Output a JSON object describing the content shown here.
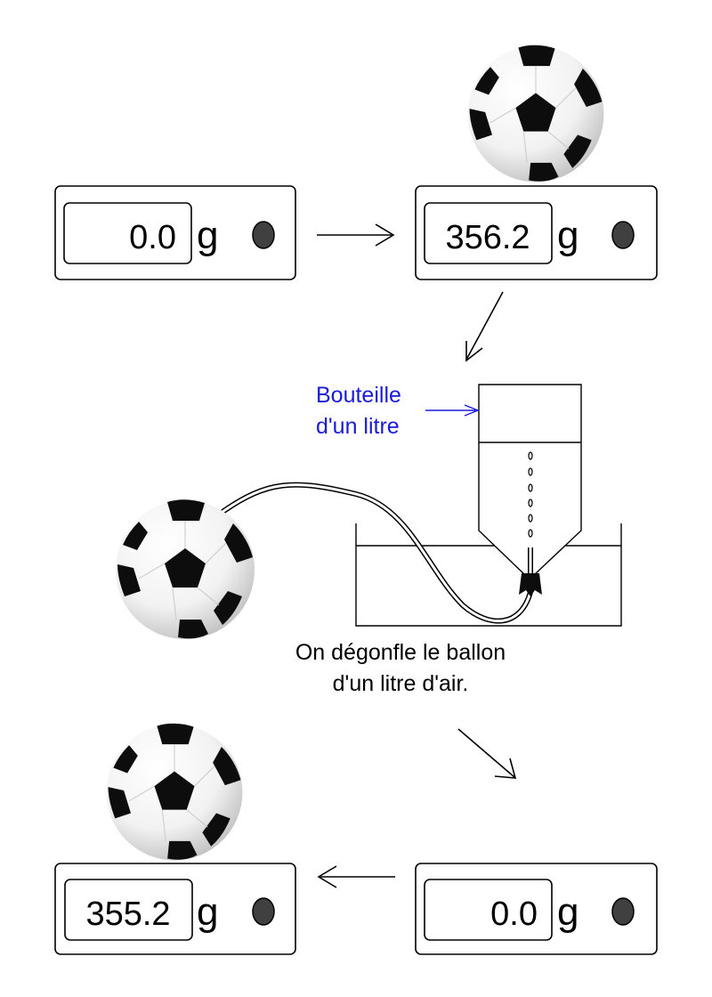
{
  "scales": {
    "unit": "g",
    "empty_top": "0.0",
    "with_ball": "356.2",
    "deflated_ball": "355.2",
    "empty_bottom": "0.0"
  },
  "bottle": {
    "label_line1": "Bouteille",
    "label_line2": "d'un litre"
  },
  "caption": {
    "line1": "On dégonfle le ballon",
    "line2": "d'un litre d'air."
  },
  "colors": {
    "label": "#1a1adb",
    "ink": "#000000",
    "ball_black": "#0d0d0d"
  },
  "icons": [
    "soccer-ball-icon",
    "arrow-right-icon",
    "arrow-left-icon",
    "arrow-down-left-icon",
    "arrow-down-right-icon"
  ]
}
